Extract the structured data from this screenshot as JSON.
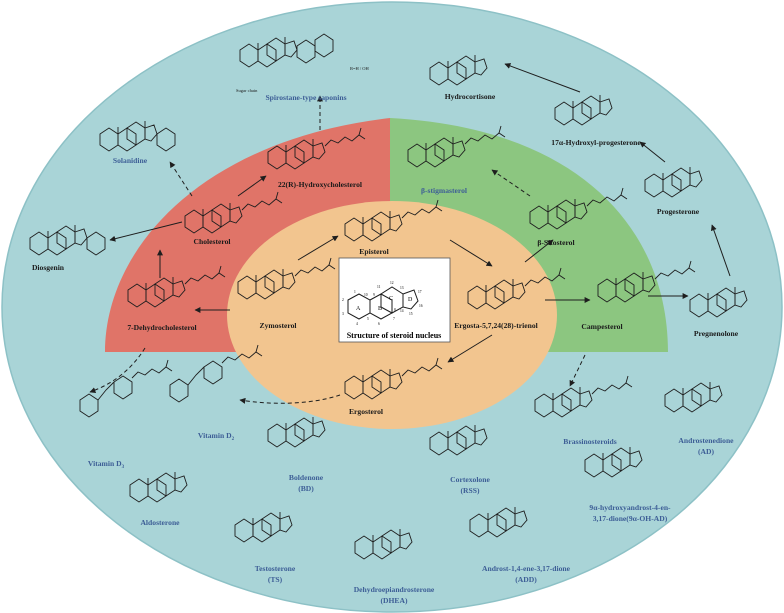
{
  "colors": {
    "outer": "#a9d4d7",
    "outer_edge": "#8dc1c6",
    "red": "#e07468",
    "green": "#8cc680",
    "center": "#f2c58f",
    "label_dark": "#1a1a1a",
    "label_blue": "#3d5e96",
    "line": "#1e1e1e"
  },
  "nucleus": {
    "title": "Structure of steroid nucleus",
    "rings": [
      "A",
      "B",
      "C",
      "D"
    ],
    "numbers": [
      "1",
      "2",
      "3",
      "4",
      "5",
      "6",
      "7",
      "8",
      "9",
      "10",
      "11",
      "12",
      "13",
      "14",
      "15",
      "16",
      "17"
    ]
  },
  "annotations": {
    "sugar_chain": "Sugar chain",
    "r_group": "R=H / OH"
  },
  "labels": {
    "zymosterol": "Zymosterol",
    "episterol": "Episterol",
    "ergosta": "Ergosta-5,7,24(28)-trienol",
    "ergosterol": "Ergosterol",
    "cholesterol": "Cholesterol",
    "dehydrocholesterol": "7-Dehydrocholesterol",
    "hydroxycholesterol": "22(R)-Hydroxycholesterol",
    "diosgenin": "Diosgenin",
    "solanidine": "Solanidine",
    "spirostane": "Spirostane-type saponins",
    "stigmasterol": "β-stigmasterol",
    "sitosterol": "β-Sitosterol",
    "campesterol": "Campesterol",
    "pregnenolone": "Pregnenolone",
    "progesterone": "Progesterone",
    "hydroxyprogesterone": "17α-Hydroxyl-progesterone",
    "hydrocortisone": "Hydrocortisone",
    "brassinosteroids": "Brassinosteroids",
    "vitamin_d3": "Vitamin D",
    "vitamin_d3_sub": "3",
    "vitamin_d2": "Vitamin D",
    "vitamin_d2_sub": "2",
    "aldosterone": "Aldosterone",
    "boldenone_1": "Boldenone",
    "boldenone_2": "(BD)",
    "testosterone_1": "Testosterone",
    "testosterone_2": "(TS)",
    "dhea_1": "Dehydroepiandrosterone",
    "dhea_2": "(DHEA)",
    "cortexolone_1": "Cortexolone",
    "cortexolone_2": "(RSS)",
    "add_1": "Androst-1,4-ene-3,17-dione",
    "add_2": "(ADD)",
    "androstenedione_1": "Androstenedione",
    "androstenedione_2": "(AD)",
    "ohad_1": "9α-hydroxyandrost-4-en-",
    "ohad_2": "3,17-dione(9α-OH-AD)"
  }
}
